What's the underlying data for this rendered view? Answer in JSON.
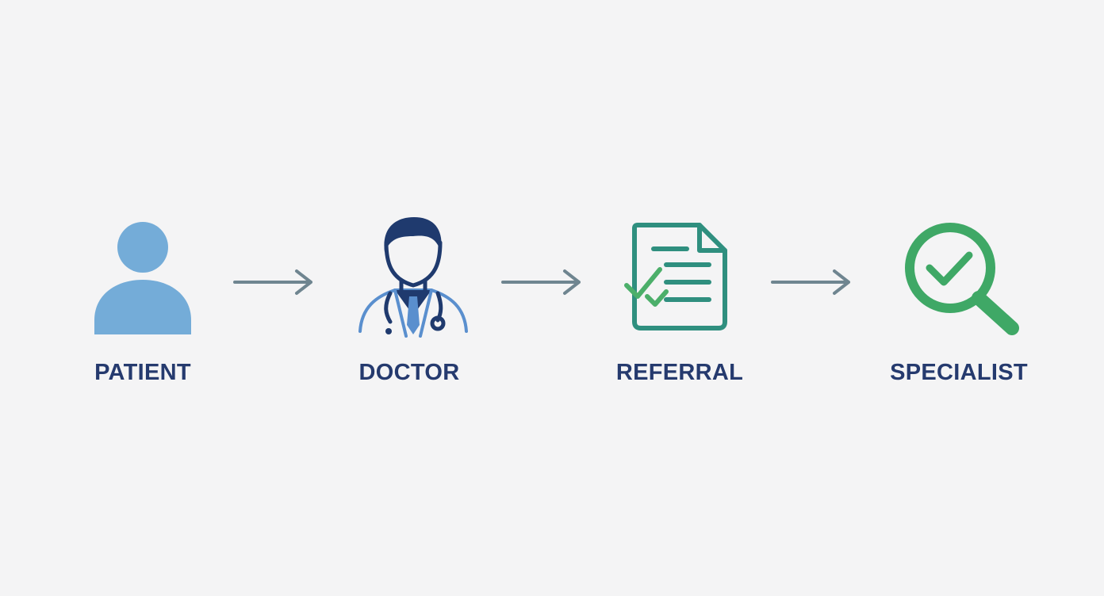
{
  "steps": [
    {
      "label": "PATIENT",
      "icon": "person-icon"
    },
    {
      "label": "DOCTOR",
      "icon": "doctor-icon"
    },
    {
      "label": "REFERRAL",
      "icon": "referral-document-icon"
    },
    {
      "label": "SPECIALIST",
      "icon": "magnifier-check-icon"
    }
  ],
  "arrow_icon": "arrow-right-icon",
  "colors": {
    "background": "#f4f4f5",
    "label_text": "#253a6e",
    "patient_blue": "#74acd8",
    "doctor_navy": "#1f3a6e",
    "doctor_accent": "#5a8fce",
    "referral_teal": "#2f8f7f",
    "check_green": "#4caf6a",
    "specialist_green": "#3fa866",
    "arrow_gray": "#6f8590"
  }
}
